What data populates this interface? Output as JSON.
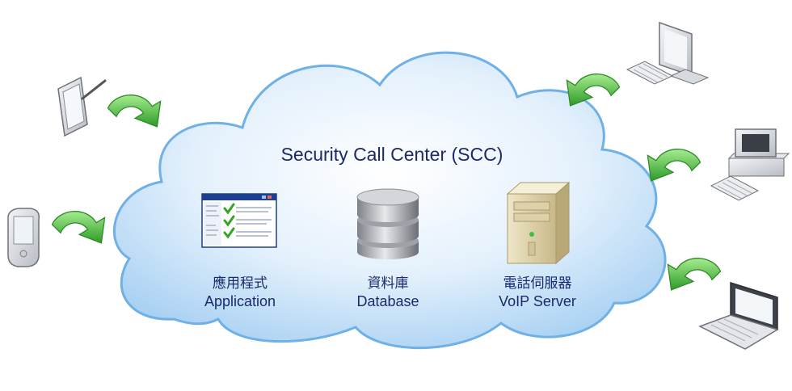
{
  "diagram": {
    "title": "Security Call Center (SCC)",
    "components": [
      {
        "id": "application",
        "label_cn": "應用程式",
        "label_en": "Application",
        "icon": "application-window-icon"
      },
      {
        "id": "database",
        "label_cn": "資料庫",
        "label_en": "Database",
        "icon": "database-icon"
      },
      {
        "id": "voip",
        "label_cn": "電話伺服器",
        "label_en": "VoIP Server",
        "icon": "server-tower-icon"
      }
    ],
    "clients_left": [
      {
        "icon": "tablet-with-stylus-icon"
      },
      {
        "icon": "pda-phone-icon"
      }
    ],
    "clients_right": [
      {
        "icon": "flat-monitor-pc-icon"
      },
      {
        "icon": "desktop-pc-icon"
      },
      {
        "icon": "laptop-icon"
      }
    ],
    "connector_icon": "green-curved-arrow-icon",
    "colors": {
      "cloud_fill": "#cfe6fa",
      "cloud_stroke": "#6fb0e6",
      "text": "#1a2a6c",
      "arrow": "#5cc24a"
    }
  }
}
